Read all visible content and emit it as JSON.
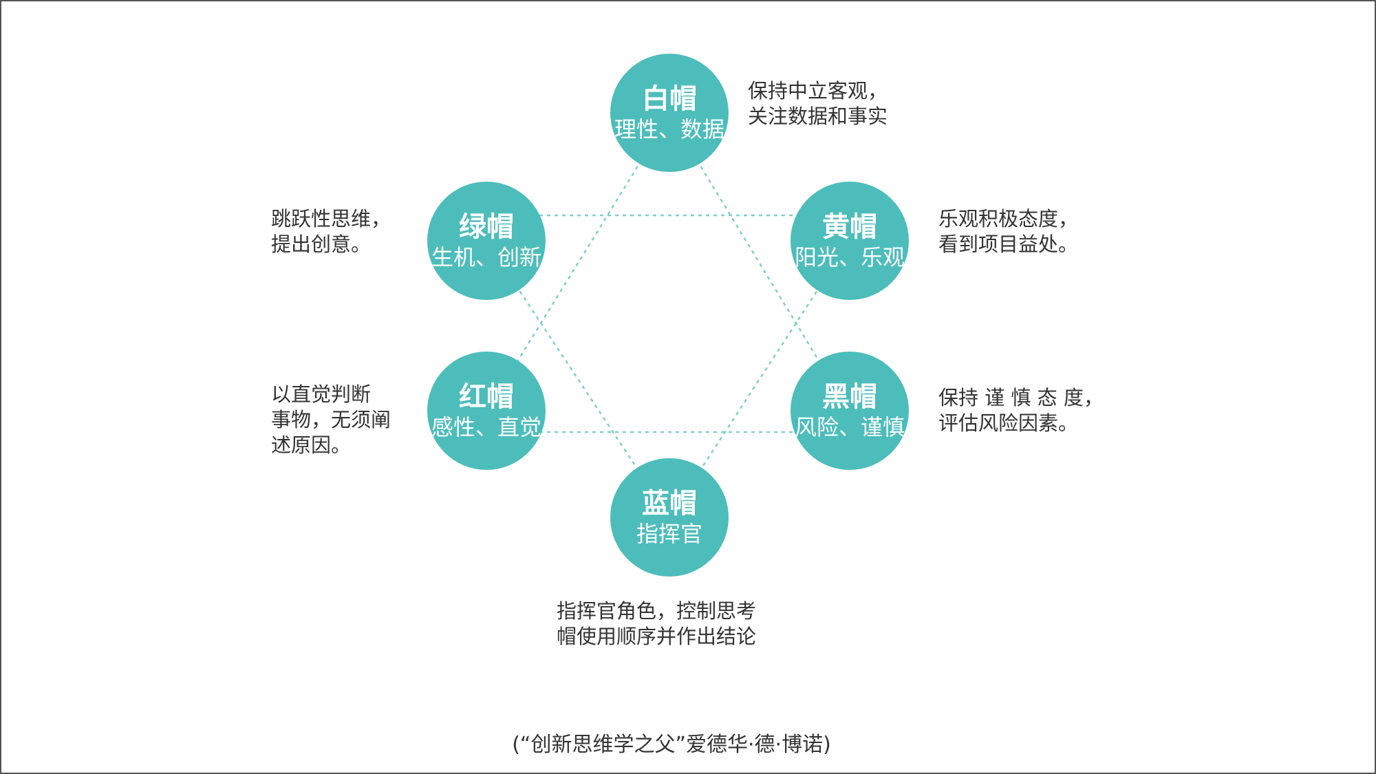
{
  "theme": {
    "circle_color": "#4cbdbb",
    "line_color": "#7fcfcb"
  },
  "hats": {
    "white": {
      "name": "白帽",
      "sub": "理性、数据",
      "desc": "保持中立客观，\n关注数据和事实"
    },
    "green": {
      "name": "绿帽",
      "sub": "生机、创新",
      "desc": "跳跃性思维，\n提出创意。"
    },
    "yellow": {
      "name": "黄帽",
      "sub": "阳光、乐观",
      "desc": "乐观积极态度，\n看到项目益处。"
    },
    "red": {
      "name": "红帽",
      "sub": "感性、直觉",
      "desc": "以直觉判断\n事物，无须阐\n述原因。"
    },
    "black": {
      "name": "黑帽",
      "sub": "风险、谨慎",
      "desc": "保持 谨 慎 态 度，\n评估风险因素。"
    },
    "blue": {
      "name": "蓝帽",
      "sub": "指挥官",
      "desc": "指挥官角色，控制思考\n帽使用顺序并作出结论"
    }
  },
  "caption": "(“创新思维学之父”爱德华·德·博诺)"
}
